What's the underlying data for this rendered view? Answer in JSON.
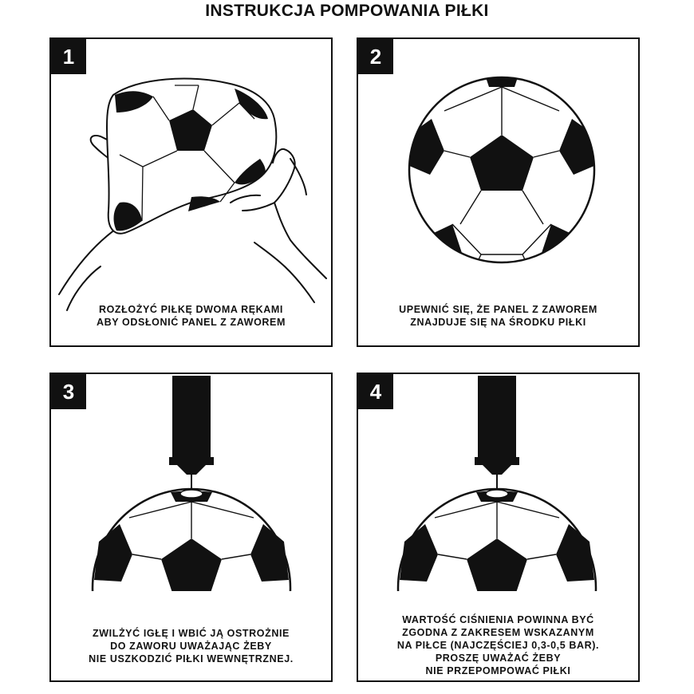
{
  "title": "INSTRUKCJA POMPOWANIA PIŁKI",
  "steps": [
    {
      "number": "1",
      "lines": [
        "ROZŁOŻYĆ PIŁKĘ DWOMA RĘKAMI",
        "ABY ODSŁONIĆ PANEL Z ZAWOREM"
      ]
    },
    {
      "number": "2",
      "lines": [
        "UPEWNIĆ SIĘ, ŻE PANEL Z ZAWOREM",
        "ZNAJDUJE SIĘ NA ŚRODKU PIŁKI"
      ]
    },
    {
      "number": "3",
      "lines": [
        "ZWILŻYĆ IGŁĘ I WBIĆ JĄ OSTROŻNIE",
        "DO ZAWORU UWAŻAJĄC ŻEBY",
        "NIE USZKODZIĆ PIŁKI WEWNĘTRZNEJ."
      ]
    },
    {
      "number": "4",
      "lines": [
        "WARTOŚĆ CIŚNIENIA POWINNA BYĆ",
        "ZGODNA Z ZAKRESEM WSKAZANYM",
        "NA PIŁCE (NAJCZĘŚCIEJ 0,3-0,5 BAR).",
        "PROSZĘ UWAŻAĆ ŻEBY",
        "NIE PRZEPOMPOWAĆ PIŁKI"
      ]
    }
  ],
  "icons": {
    "ball": "soccer-ball-icon",
    "hands": "hands-icon",
    "pump": "pump-needle-icon"
  },
  "colors": {
    "ink": "#111111",
    "paper": "#ffffff"
  }
}
